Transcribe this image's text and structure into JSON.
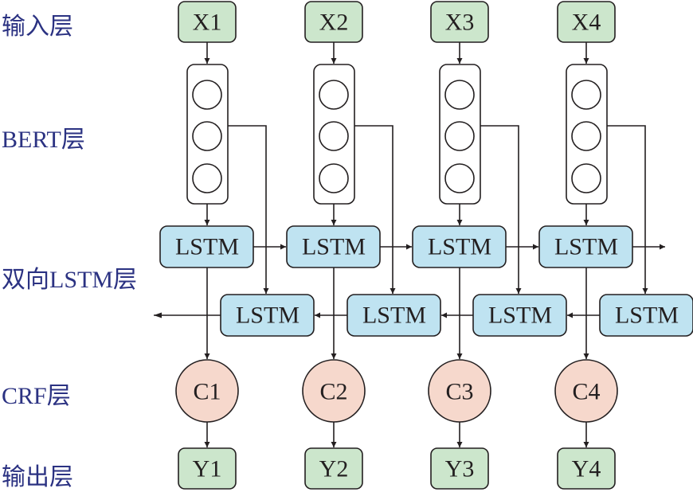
{
  "diagram": {
    "title": "BERT-BiLSTM-CRF model architecture",
    "layers": [
      {
        "id": "input",
        "label": "输入层"
      },
      {
        "id": "bert",
        "label": "BERT层"
      },
      {
        "id": "bilstm",
        "label": "双向LSTM层"
      },
      {
        "id": "crf",
        "label": "CRF层"
      },
      {
        "id": "output",
        "label": "输出层"
      }
    ],
    "inputs": [
      "X1",
      "X2",
      "X3",
      "X4"
    ],
    "bert_units_per_column": 3,
    "forward_lstm": [
      "LSTM",
      "LSTM",
      "LSTM",
      "LSTM"
    ],
    "backward_lstm": [
      "LSTM",
      "LSTM",
      "LSTM",
      "LSTM"
    ],
    "crf_nodes": [
      "C1",
      "C2",
      "C3",
      "C4"
    ],
    "outputs": [
      "Y1",
      "Y2",
      "Y3",
      "Y4"
    ],
    "colors": {
      "input_fill": "#cce6cc",
      "output_fill": "#cce6cc",
      "lstm_fill": "#bfe3f1",
      "crf_fill": "#f6d8cc",
      "bert_fill": "#ffffff",
      "stroke": "#231f20",
      "label_color": "#2b3282"
    }
  }
}
